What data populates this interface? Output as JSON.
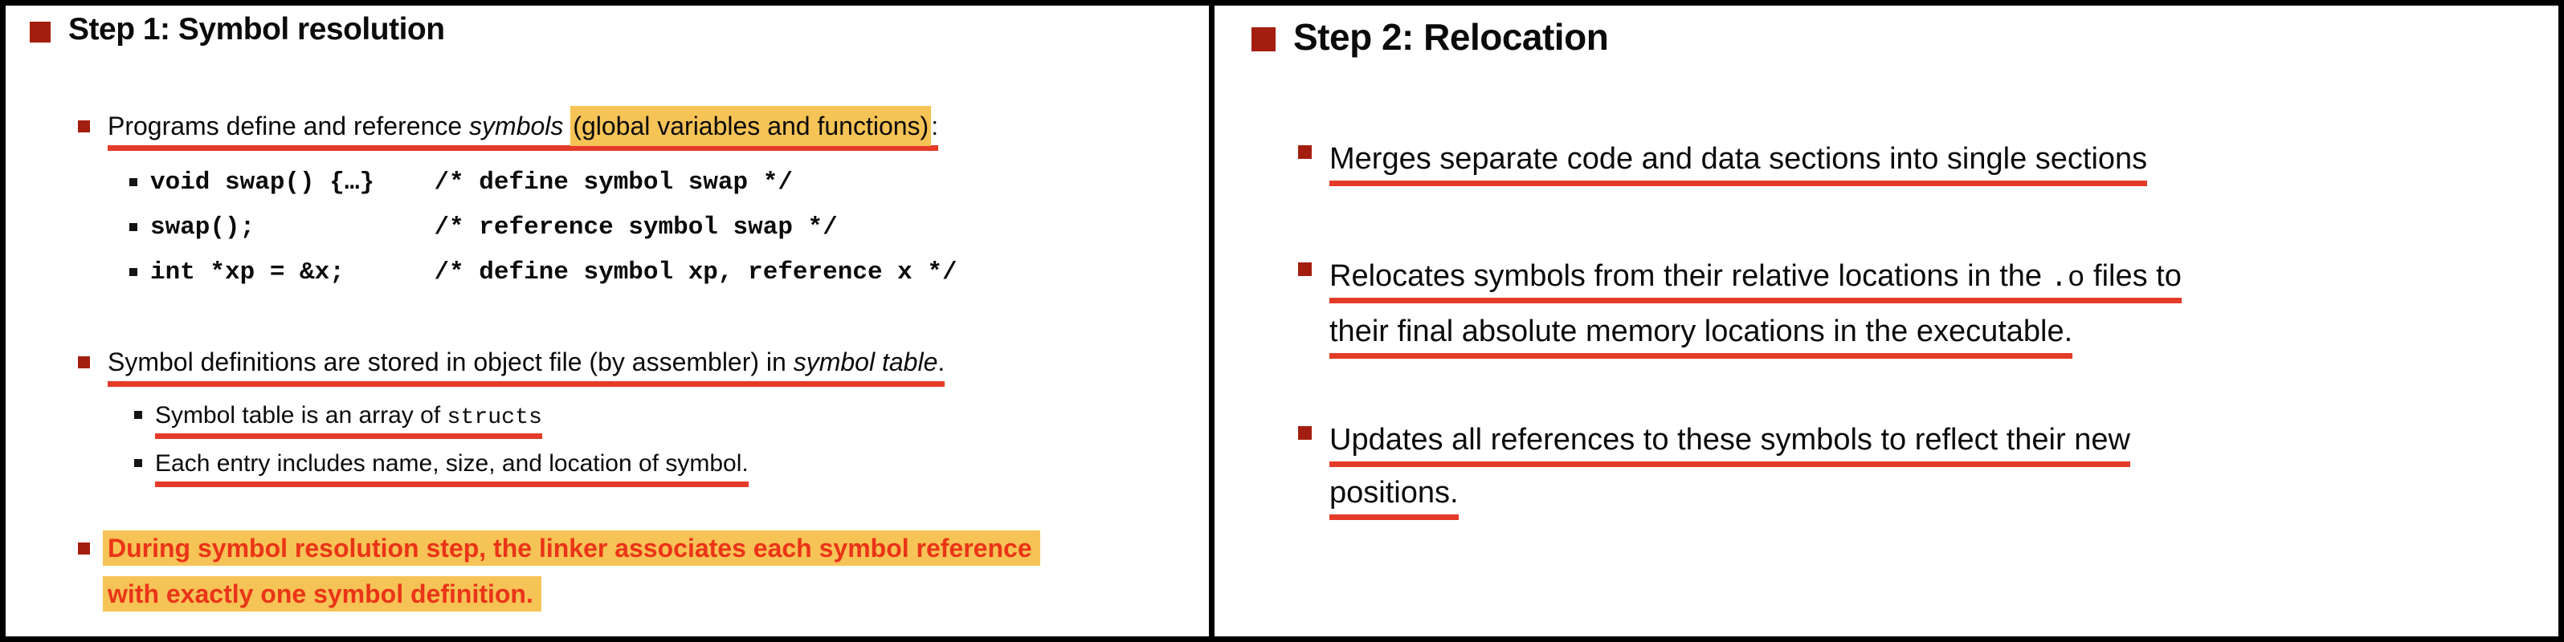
{
  "colors": {
    "accent_bullet_red": "#a41e0f",
    "underline_red": "#e43b28",
    "highlight_orange": "#f6c356",
    "warning_text_red": "#ea3418",
    "frame_black": "#000000"
  },
  "slide1": {
    "title": "Step 1: Symbol resolution",
    "bullet_programs": {
      "segments": [
        {
          "t": "Programs define and reference ",
          "s": "n"
        },
        {
          "t": "symbols",
          "s": "i"
        },
        {
          "t": " ",
          "s": "n"
        },
        {
          "t": "(global variables and functions)",
          "s": "hl"
        },
        {
          "t": ":",
          "s": "n"
        }
      ]
    },
    "code_lines": [
      {
        "segments": [
          {
            "t": "void swap() {…}    /* define symbol swap */",
            "s": "n"
          }
        ]
      },
      {
        "segments": [
          {
            "t": "swap();            /* reference symbol swap */",
            "s": "n"
          }
        ]
      },
      {
        "segments": [
          {
            "t": "int *xp = &x;      /* define symbol xp, reference x */",
            "s": "n"
          }
        ]
      }
    ],
    "bullet_symbol_defs": {
      "segments": [
        {
          "t": "Symbol definitions are stored in object file (by assembler) in ",
          "s": "n"
        },
        {
          "t": "symbol table",
          "s": "i"
        },
        {
          "t": ".",
          "s": "n"
        }
      ]
    },
    "sub_array_structs": {
      "segments": [
        {
          "t": "Symbol table is an array of ",
          "s": "n"
        },
        {
          "t": "structs",
          "s": "mono"
        }
      ]
    },
    "sub_entry": {
      "segments": [
        {
          "t": "Each entry includes name, size, and location of symbol.",
          "s": "n"
        }
      ]
    },
    "bullet_warning": {
      "segments": [
        {
          "t": "During symbol resolution step, the linker associates each symbol reference",
          "s": "n"
        },
        {
          "s": "br"
        },
        {
          "t": "with exactly one symbol definition.",
          "s": "n"
        }
      ]
    }
  },
  "slide2": {
    "title": "Step 2: Relocation",
    "bullet_merges": {
      "segments": [
        {
          "t": "Merges separate code and data sections into single sections",
          "s": "n"
        }
      ]
    },
    "bullet_relocates": {
      "segments": [
        {
          "t": "Relocates symbols from their relative locations in the ",
          "s": "n"
        },
        {
          "t": ".o",
          "s": "mono"
        },
        {
          "t": " files to",
          "s": "n"
        },
        {
          "s": "br"
        },
        {
          "t": "their final absolute memory locations in the executable.",
          "s": "n"
        }
      ]
    },
    "bullet_updates": {
      "segments": [
        {
          "t": "Updates all references to these symbols to reflect their new",
          "s": "n"
        },
        {
          "s": "br"
        },
        {
          "t": "positions.",
          "s": "n"
        }
      ]
    }
  }
}
